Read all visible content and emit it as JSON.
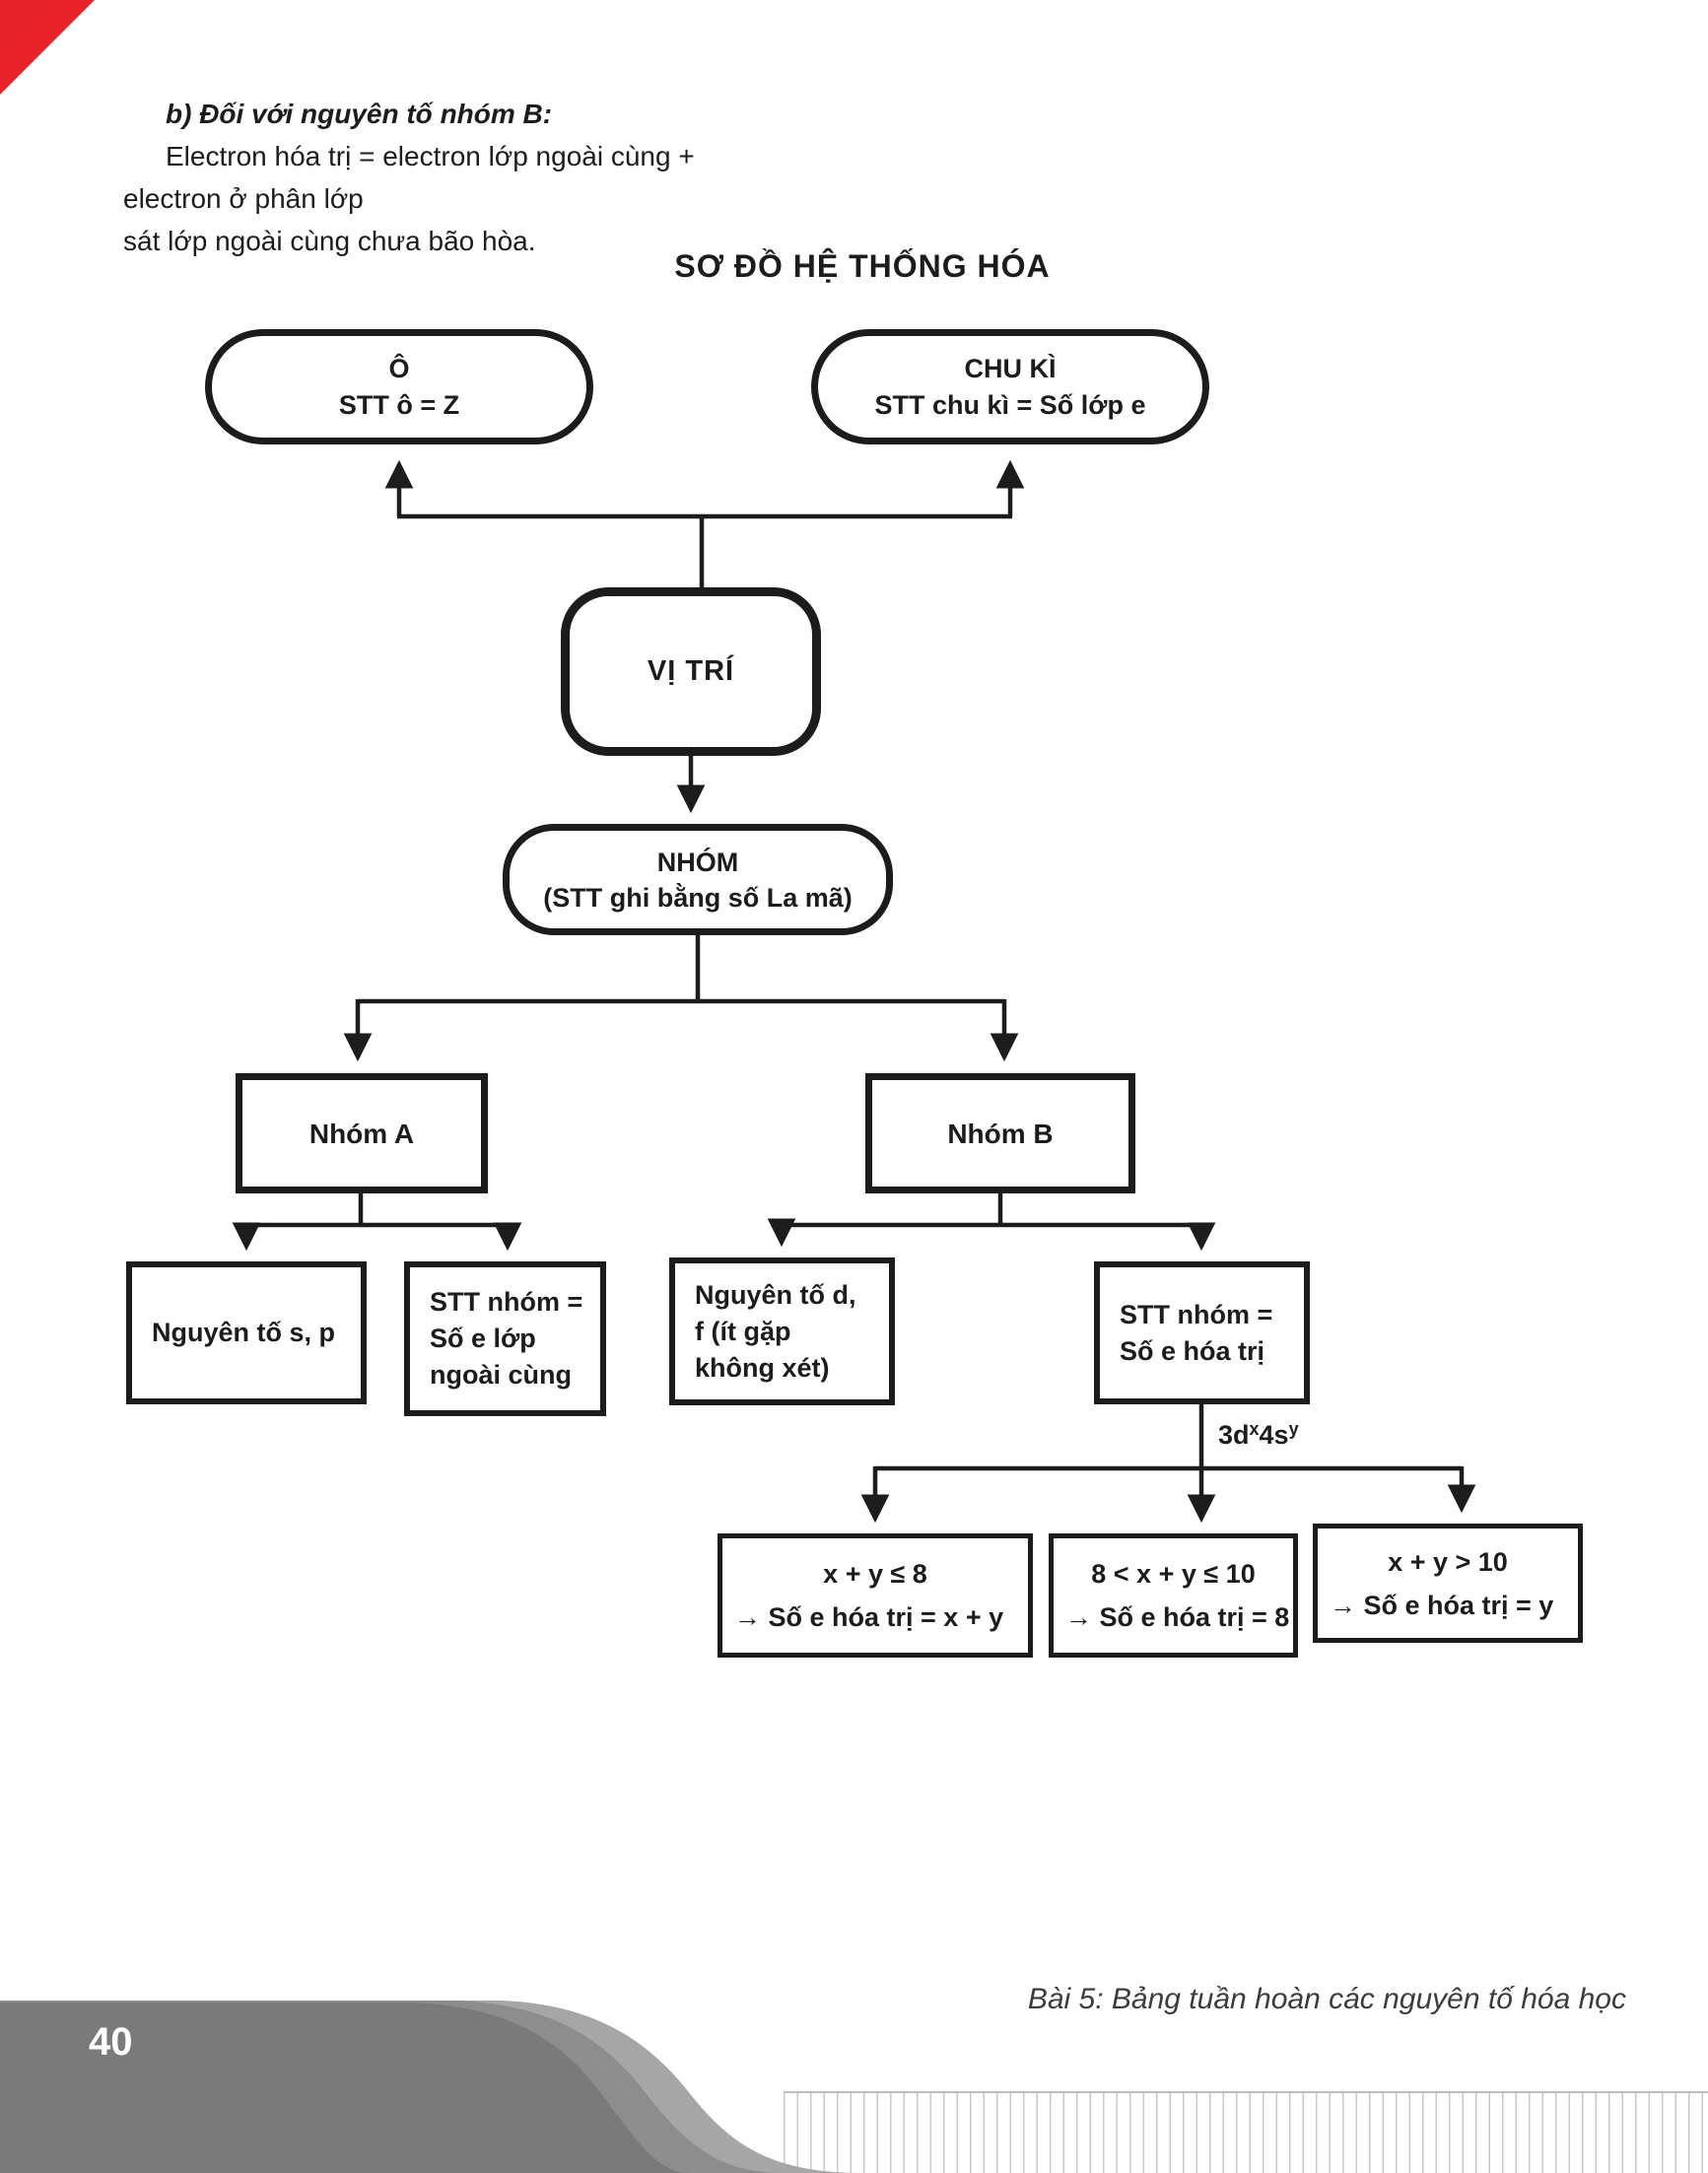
{
  "page": {
    "number": "40"
  },
  "intro": {
    "heading": "b) Đối với nguyên tố nhóm B:",
    "body_line1": "Electron hóa trị = electron lớp ngoài cùng + electron ở phân lớp",
    "body_line2": "sát lớp ngoài cùng chưa bão hòa."
  },
  "diagram": {
    "title": "SƠ ĐỒ HỆ THỐNG HÓA",
    "cell": {
      "line1": "Ô",
      "line2": "STT ô = Z"
    },
    "period": {
      "line1": "CHU KÌ",
      "line2": "STT chu kì = Số lớp e"
    },
    "position": {
      "label": "VỊ TRÍ"
    },
    "group": {
      "line1": "NHÓM",
      "line2": "(STT ghi bằng số La mã)"
    },
    "group_a": {
      "label": "Nhóm A"
    },
    "group_b": {
      "label": "Nhóm B"
    },
    "elements_sp": {
      "label": "Nguyên tố s, p"
    },
    "stt_outer": {
      "line1": "STT nhóm =",
      "line2": "Số e lớp",
      "line3": "ngoài cùng"
    },
    "elements_df": {
      "line1": "Nguyên tố d,",
      "line2": "f (ít gặp",
      "line3": "không xét)"
    },
    "stt_valence": {
      "line1": "STT nhóm =",
      "line2": "Số e hóa trị"
    },
    "config_label": {
      "base1": "3d",
      "sup1": "x",
      "base2": "4s",
      "sup2": "y"
    },
    "case1": {
      "line1": "x + y ≤ 8",
      "line2": "→ Số e hóa trị = x + y"
    },
    "case2": {
      "line1": "8 < x + y ≤ 10",
      "line2": "→ Số e hóa trị = 8"
    },
    "case3": {
      "line1": "x + y > 10",
      "line2": "→ Số e hóa trị = y"
    }
  },
  "footer": {
    "caption": "Bài 5: Bảng tuần hoàn các nguyên tố hóa học"
  },
  "colors": {
    "accent_red": "#e8232a",
    "line_black": "#1c1c1c",
    "footer_dark": "#7a7a7a",
    "footer_mid": "#8d8d8d",
    "footer_light": "#a6a6a6"
  }
}
